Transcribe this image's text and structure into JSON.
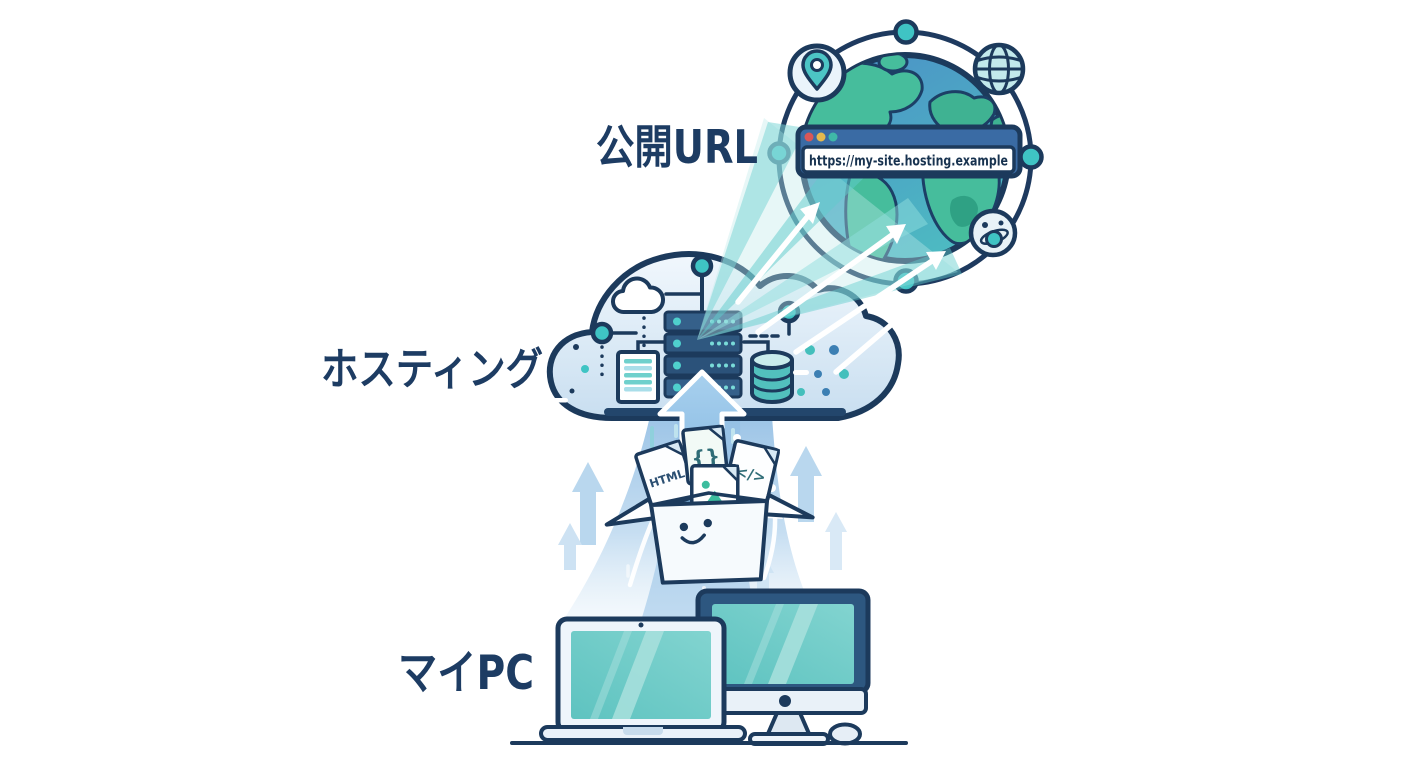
{
  "diagram": {
    "description": "Web hosting concept illustration: files uploaded from my PC to cloud hosting, published at a public URL on the globe",
    "labels": {
      "public_url": "公開URL",
      "hosting": "ホスティング",
      "my_pc": "マイPC"
    },
    "browser_bar": {
      "url": "https://my-site.hosting.example",
      "dot_colors": [
        "#d95757",
        "#e5b94e",
        "#3fb8a8"
      ],
      "header_color": "#3a6ba4"
    },
    "upload_box_files": {
      "html_label": "HTML",
      "braces_label": "{}",
      "code_label": "</>"
    },
    "icons": {
      "globe": "globe-icon",
      "orbit": "orbit-ring",
      "location_pin": "location-pin-icon",
      "globe_grid": "globe-grid-icon",
      "share_network": "share-network-icon",
      "cloud": "cloud-hosting-icon",
      "mini_cloud": "mini-cloud-icon",
      "server_rack": "server-rack-icon",
      "document": "document-icon",
      "database": "database-icon",
      "upload_arrow": "upload-arrow-icon",
      "upload_box": "upload-box-icon",
      "laptop": "laptop-icon",
      "desktop": "desktop-monitor-icon",
      "mouse": "mouse-icon"
    },
    "colors": {
      "outline_navy": "#1c3a5c",
      "text_navy": "#1d3c63",
      "teal_accent": "#3fc4c4",
      "screen_teal": "#5ec3c0",
      "land_green": "#46bd9c",
      "ocean_blue": "#4b8fc7",
      "stream_blue": "#97c1e5",
      "arrow_blue": "#6ea9d9"
    }
  }
}
